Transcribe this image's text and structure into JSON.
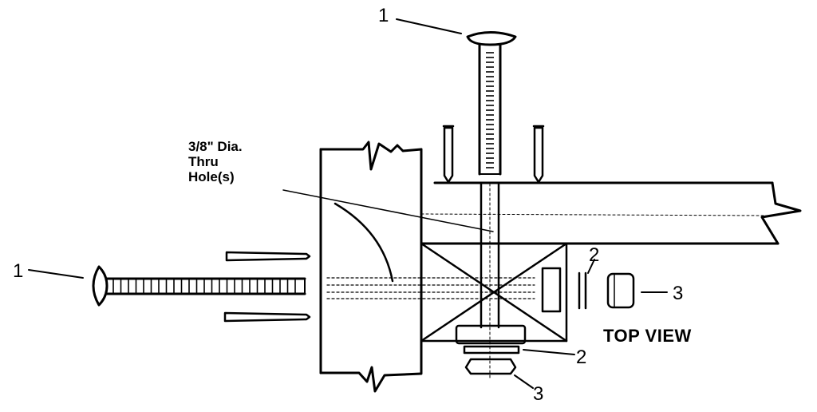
{
  "labels": {
    "callout_1_top": "1",
    "callout_1_left": "1",
    "callout_2_right": "2",
    "callout_2_bottom": "2",
    "callout_3_right": "3",
    "callout_3_bottom": "3",
    "hole_note_line1": "3/8\" Dia.",
    "hole_note_line2": "Thru",
    "hole_note_line3": "Hole(s)",
    "view_title": "TOP VIEW"
  },
  "colors": {
    "ink": "#000000",
    "paper": "#ffffff"
  }
}
